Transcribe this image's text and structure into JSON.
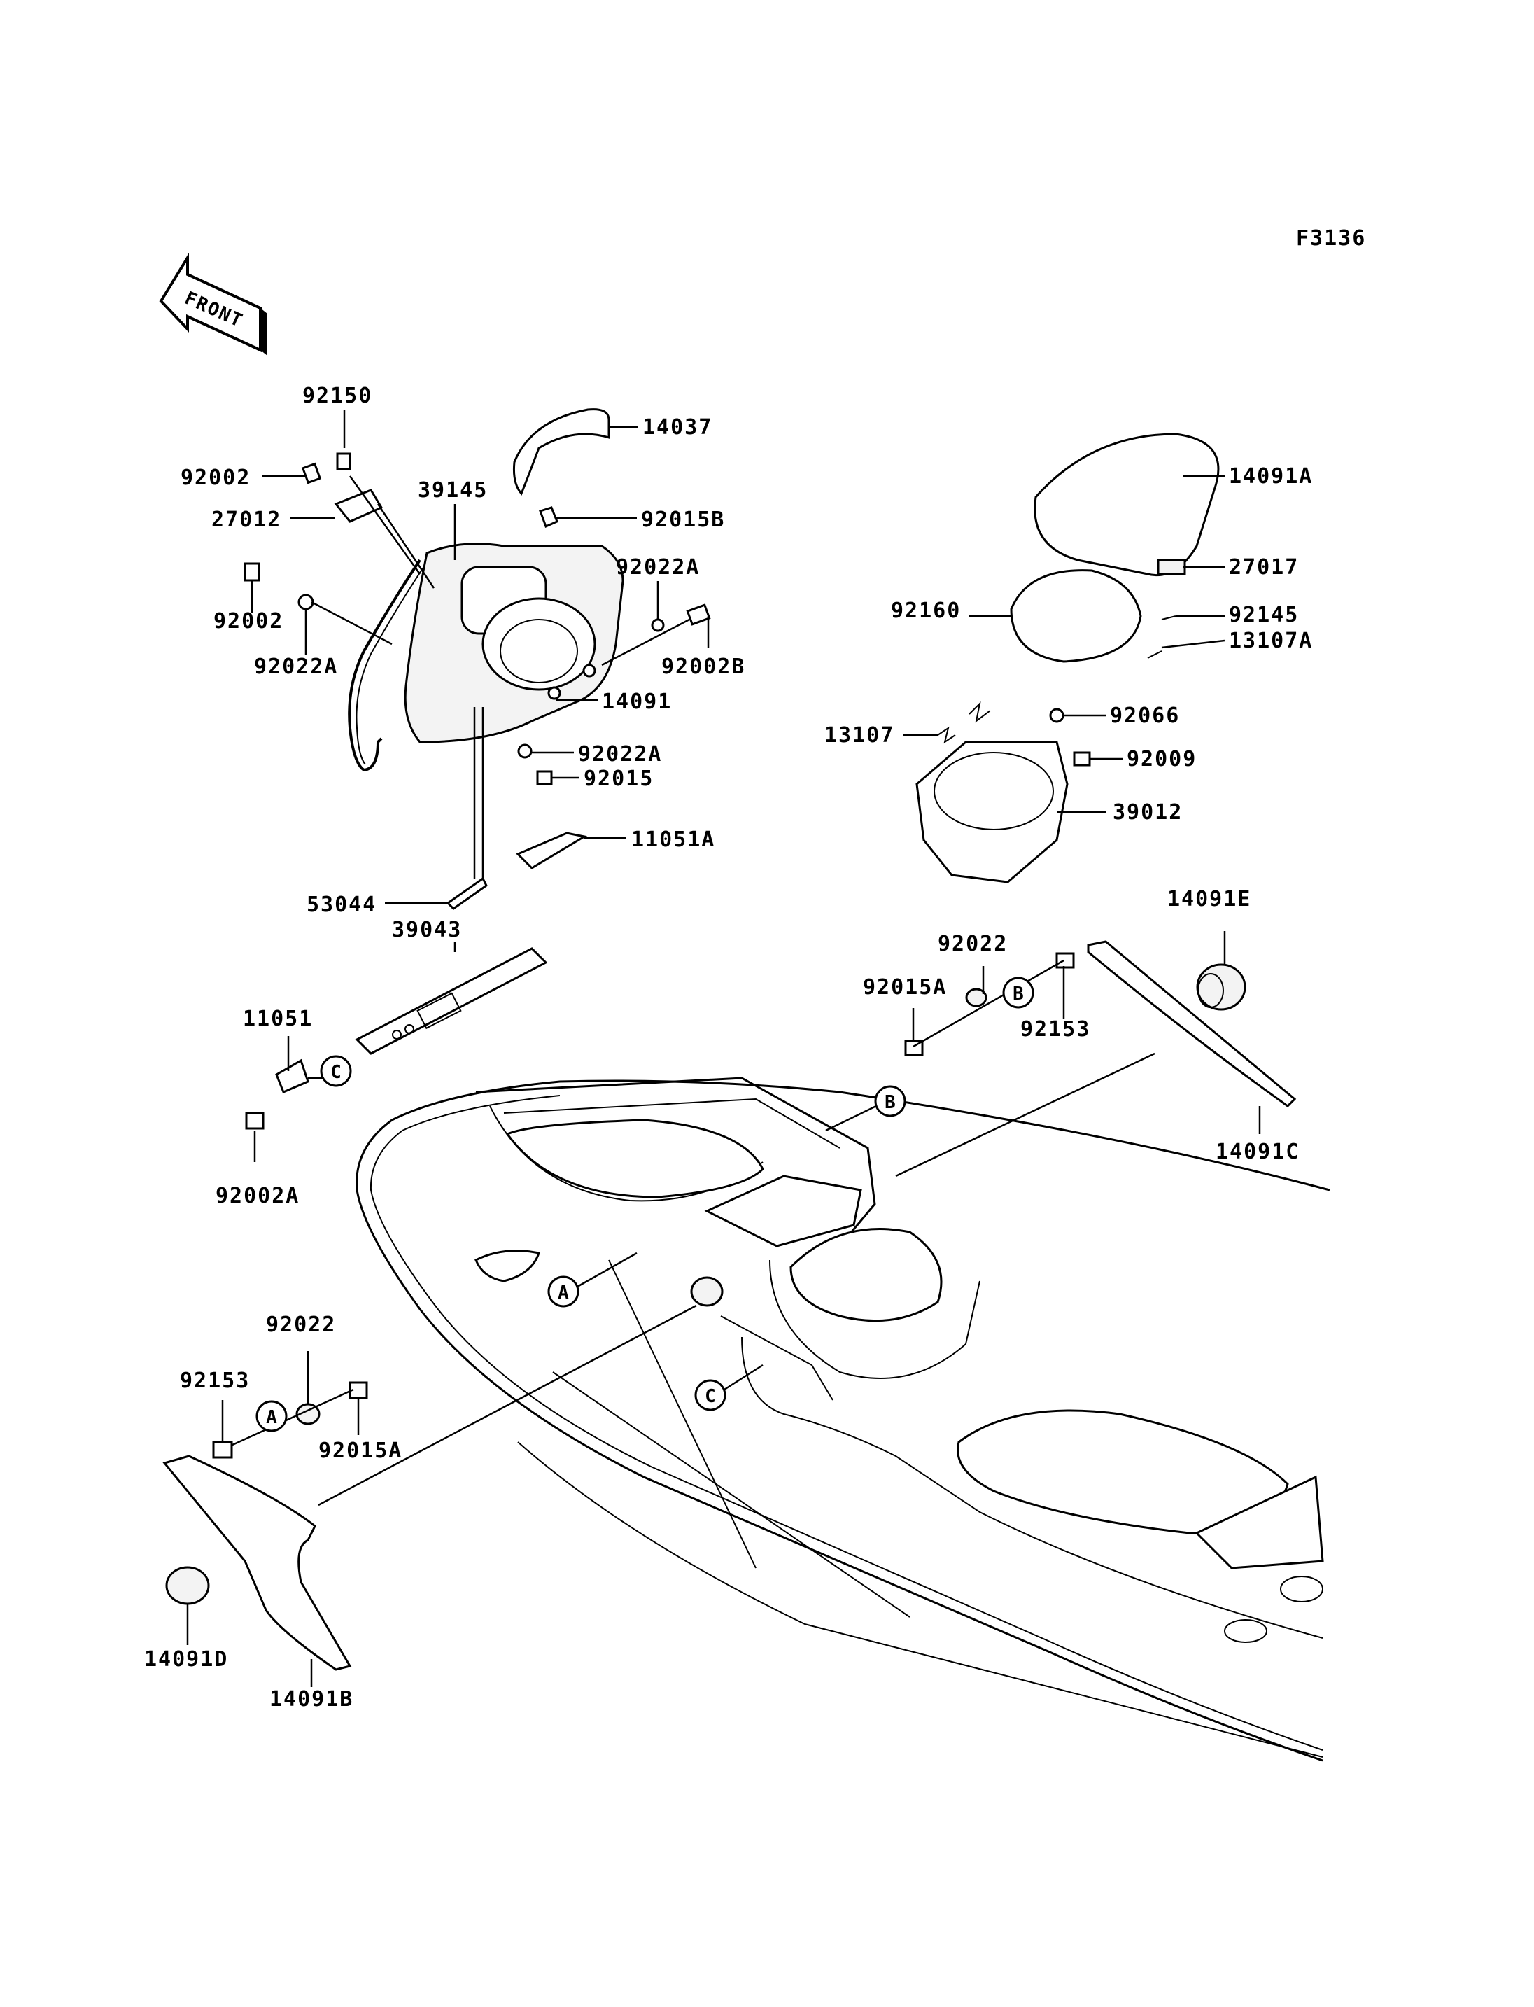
{
  "figure_code": "F3136",
  "front_arrow_label": "FRONT",
  "parts": [
    {
      "id": "p-14037",
      "label": "14037"
    },
    {
      "id": "p-92150",
      "label": "92150"
    },
    {
      "id": "p-92002-top",
      "label": "92002"
    },
    {
      "id": "p-39145",
      "label": "39145"
    },
    {
      "id": "p-27012",
      "label": "27012"
    },
    {
      "id": "p-92015B",
      "label": "92015B"
    },
    {
      "id": "p-92022A-right",
      "label": "92022A"
    },
    {
      "id": "p-92002-left",
      "label": "92002"
    },
    {
      "id": "p-92022A-left",
      "label": "92022A"
    },
    {
      "id": "p-92002B",
      "label": "92002B"
    },
    {
      "id": "p-14091",
      "label": "14091"
    },
    {
      "id": "p-92022A-lower",
      "label": "92022A"
    },
    {
      "id": "p-92015",
      "label": "92015"
    },
    {
      "id": "p-11051A",
      "label": "11051A"
    },
    {
      "id": "p-53044",
      "label": "53044"
    },
    {
      "id": "p-39043",
      "label": "39043"
    },
    {
      "id": "p-11051",
      "label": "11051"
    },
    {
      "id": "p-92002A",
      "label": "92002A"
    },
    {
      "id": "p-14091A",
      "label": "14091A"
    },
    {
      "id": "p-27017",
      "label": "27017"
    },
    {
      "id": "p-92160",
      "label": "92160"
    },
    {
      "id": "p-92145",
      "label": "92145"
    },
    {
      "id": "p-13107A",
      "label": "13107A"
    },
    {
      "id": "p-13107",
      "label": "13107"
    },
    {
      "id": "p-92066",
      "label": "92066"
    },
    {
      "id": "p-92009",
      "label": "92009"
    },
    {
      "id": "p-39012",
      "label": "39012"
    },
    {
      "id": "p-14091E",
      "label": "14091E"
    },
    {
      "id": "p-92022-right",
      "label": "92022"
    },
    {
      "id": "p-92015A-right",
      "label": "92015A"
    },
    {
      "id": "p-92153-right",
      "label": "92153"
    },
    {
      "id": "p-14091C",
      "label": "14091C"
    },
    {
      "id": "p-92022-left",
      "label": "92022"
    },
    {
      "id": "p-92153-left",
      "label": "92153"
    },
    {
      "id": "p-92015A-left",
      "label": "92015A"
    },
    {
      "id": "p-14091D",
      "label": "14091D"
    },
    {
      "id": "p-14091B",
      "label": "14091B"
    }
  ],
  "reference_markers": {
    "A": "A",
    "B": "B",
    "C": "C"
  }
}
